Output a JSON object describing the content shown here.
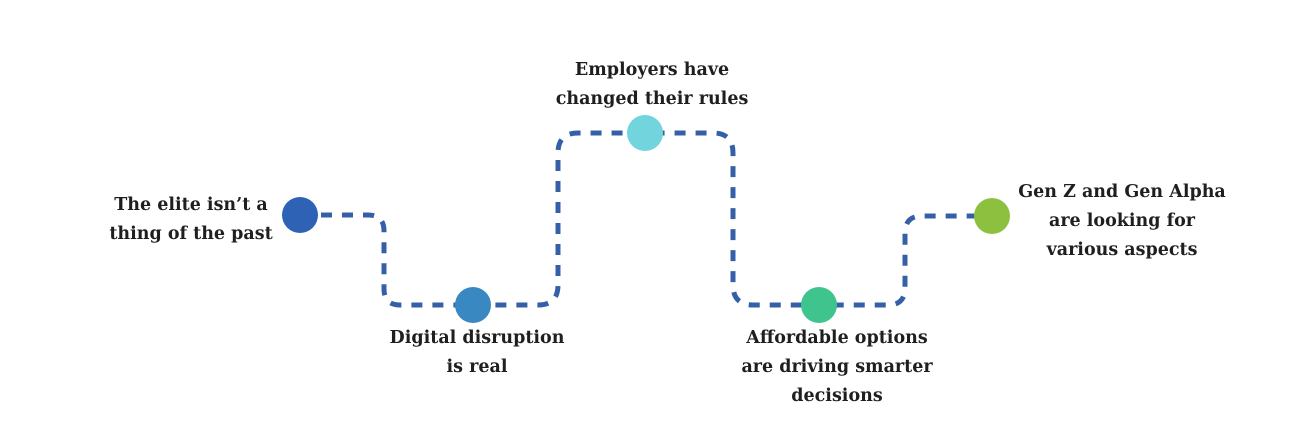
{
  "milestones": [
    {
      "id": "elite",
      "lines": [
        "The elite isn’t a",
        "thing of the past"
      ],
      "color": "#2E62B5"
    },
    {
      "id": "digital",
      "lines": [
        "Digital disruption",
        "is real"
      ],
      "color": "#3A88C2"
    },
    {
      "id": "employers",
      "lines": [
        "Employers have",
        "changed their rules"
      ],
      "color": "#72D4DC"
    },
    {
      "id": "affordable",
      "lines": [
        "Affordable options",
        "are driving smarter",
        "decisions"
      ],
      "color": "#3EC48C"
    },
    {
      "id": "genz",
      "lines": [
        "Gen Z and Gen Alpha",
        "are looking for",
        "various aspects"
      ],
      "color": "#8DC03E"
    }
  ],
  "path_color": "#3560A8"
}
